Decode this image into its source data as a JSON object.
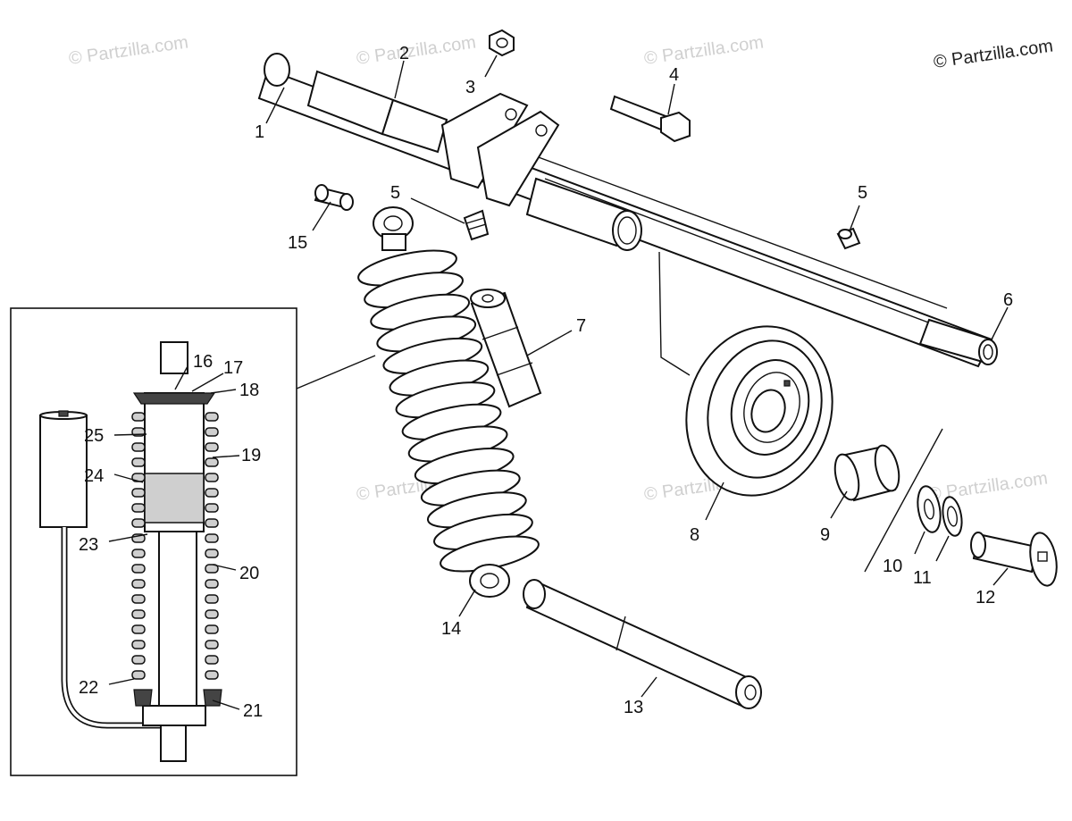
{
  "watermarks": {
    "corner": "© Partzilla.com",
    "faint": "© Partzilla.com"
  },
  "callouts": [
    "1",
    "2",
    "3",
    "4",
    "5",
    "5",
    "6",
    "7",
    "8",
    "9",
    "10",
    "11",
    "12",
    "13",
    "14",
    "15",
    "16",
    "17",
    "18",
    "19",
    "20",
    "21",
    "22",
    "23",
    "24",
    "25"
  ]
}
